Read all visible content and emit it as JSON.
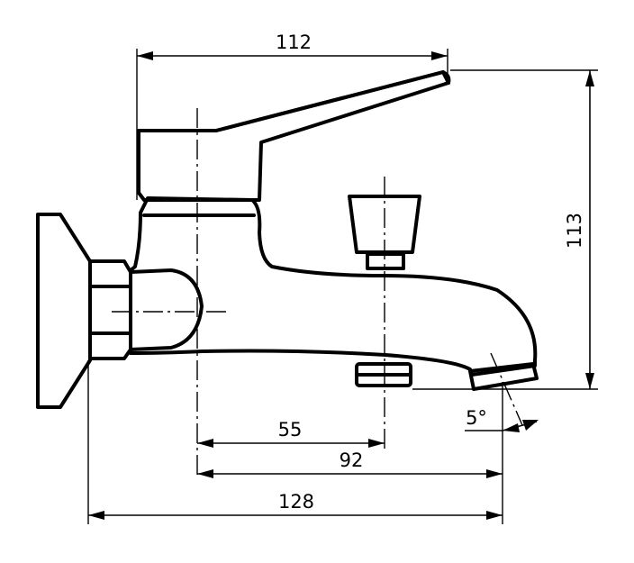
{
  "dimensions": {
    "top_width": "112",
    "height": "113",
    "spout_axis_1": "55",
    "spout_axis_2": "92",
    "overall_length": "128",
    "outlet_angle": "5°"
  }
}
